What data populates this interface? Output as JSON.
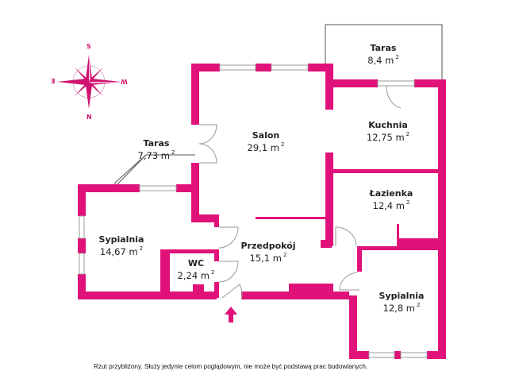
{
  "colors": {
    "wall": "#e0127a",
    "window": "#a0a0a0",
    "terrace_line": "#444444",
    "text": "#222222",
    "compass": "#d1126f"
  },
  "compass": {
    "top": "S",
    "bottom": "N",
    "left": "E",
    "right": "W"
  },
  "rooms": [
    {
      "id": "taras-top",
      "name": "Taras",
      "area": "8,4 m",
      "unit_exp": "2"
    },
    {
      "id": "taras-left",
      "name": "Taras",
      "area": "7,73 m",
      "unit_exp": "2"
    },
    {
      "id": "salon",
      "name": "Salon",
      "area": "29,1 m",
      "unit_exp": "2"
    },
    {
      "id": "kuchnia",
      "name": "Kuchnia",
      "area": "12,75 m",
      "unit_exp": "2"
    },
    {
      "id": "lazienka",
      "name": "Łazienka",
      "area": "12,4 m",
      "unit_exp": "2"
    },
    {
      "id": "sypialnia-left",
      "name": "Sypialnia",
      "area": "14,67 m",
      "unit_exp": "2"
    },
    {
      "id": "wc",
      "name": "WC",
      "area": "2,24 m",
      "unit_exp": "2"
    },
    {
      "id": "przedpokoj",
      "name": "Przedpokój",
      "area": "15,1 m",
      "unit_exp": "2"
    },
    {
      "id": "sypialnia-right",
      "name": "Sypialnia",
      "area": "12,8 m",
      "unit_exp": "2"
    }
  ],
  "entrance_icon": "entrance-arrow-up",
  "disclaimer": "Rzut przybliżony. Służy jedynie celom poglądowym, nie może być podstawą prac budowlanych."
}
